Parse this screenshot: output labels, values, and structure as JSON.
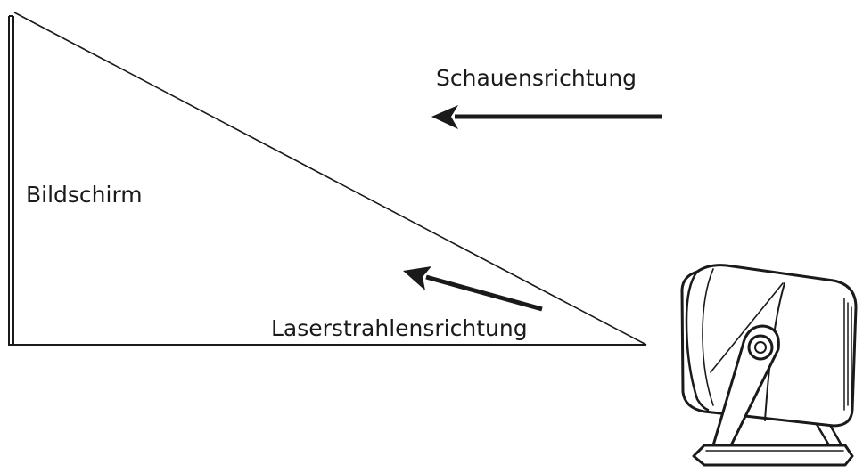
{
  "diagram": {
    "labels": {
      "viewing_direction": "Schauensrichtung",
      "screen": "Bildschirm",
      "laser_direction": "Laserstrahlensrichtung"
    },
    "colors": {
      "line": "#1a1a1a",
      "background": "#ffffff"
    }
  }
}
